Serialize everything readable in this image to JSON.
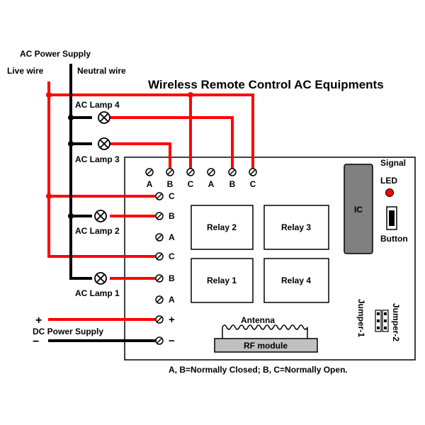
{
  "title": "Wireless Remote Control AC Equipments",
  "labels": {
    "ac_power_supply": "AC Power Supply",
    "live_wire": "Live wire",
    "neutral_wire": "Neutral wire",
    "lamp4": "AC Lamp 4",
    "lamp3": "AC Lamp 3",
    "lamp2": "AC Lamp 2",
    "lamp1": "AC Lamp 1",
    "dc_power_supply": "DC Power Supply",
    "dc_plus": "+",
    "dc_minus": "−",
    "signal": "Signal",
    "led": "LED",
    "ic": "IC",
    "button": "Button",
    "antenna": "Antenna",
    "rf_module": "RF module",
    "jumper1": "Jumper-1",
    "jumper2": "Jumper-2",
    "footnote": "A, B=Normally Closed; B, C=Normally Open."
  },
  "top_terminals": [
    "A",
    "B",
    "C",
    "A",
    "B",
    "C"
  ],
  "left_terminals": [
    "C",
    "B",
    "A",
    "C",
    "B",
    "A",
    "+",
    "−"
  ],
  "relays": [
    "Relay 2",
    "Relay 3",
    "Relay 1",
    "Relay 4"
  ],
  "colors": {
    "live": "#ff0000",
    "neutral": "#000000",
    "ic": "#808080",
    "rf": "#c0c0c0",
    "led": "#ff0000"
  }
}
